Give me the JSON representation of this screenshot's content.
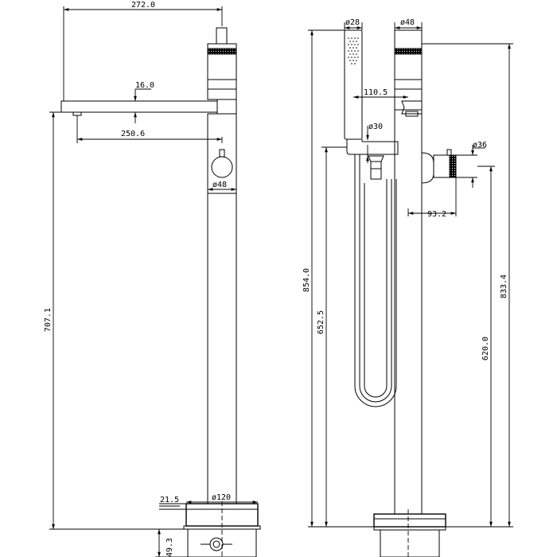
{
  "dimensions": {
    "left": {
      "top_width": "272.0",
      "spout_thickness": "16.0",
      "spout_reach": "250.6",
      "body_dia": "ø48",
      "spout_height": "707.1",
      "base_dia": "ø120",
      "base_plate": "21.5",
      "base_height": "49.3"
    },
    "right": {
      "handshower_dia": "ø28",
      "body_dia": "ø48",
      "holder_offset": "110.5",
      "hose_dia": "ø30",
      "knob_dia": "ø36",
      "knob_reach": "93.2",
      "total_height": "854.0",
      "handshower_height": "652.5",
      "top_height": "833.4",
      "knob_height": "620.0"
    }
  }
}
